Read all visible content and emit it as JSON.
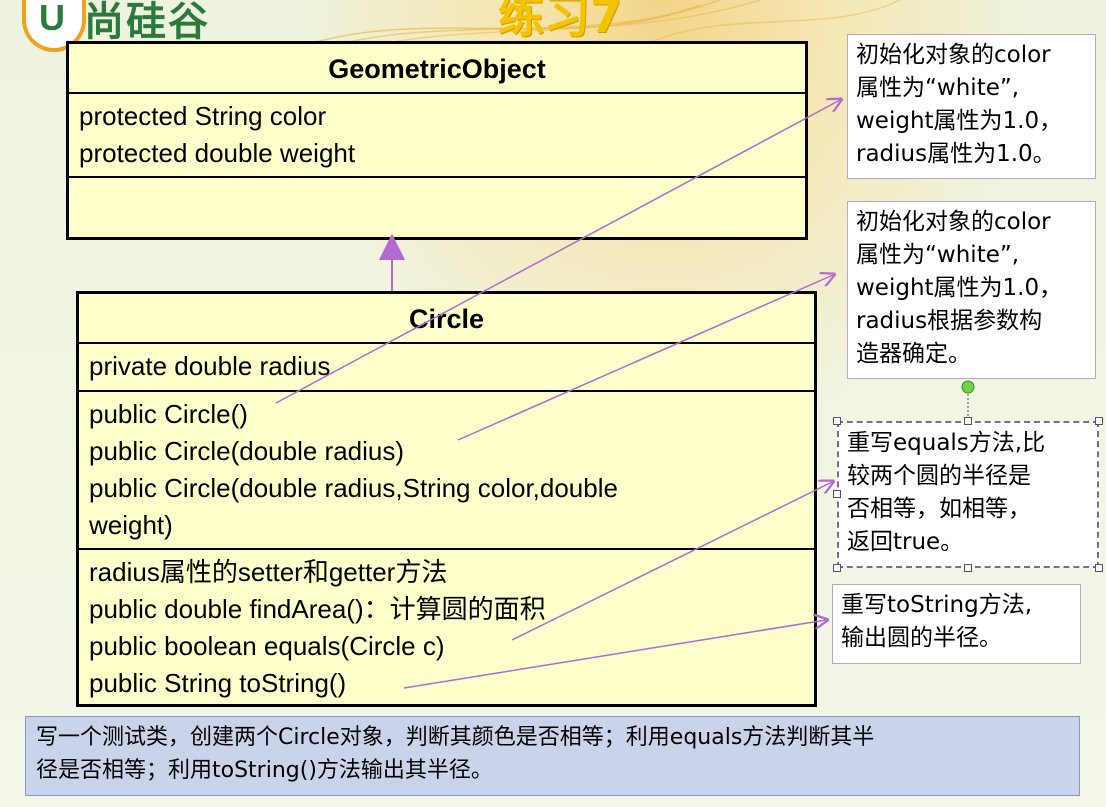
{
  "header": {
    "logo_mark": "U",
    "logo_text": "尚硅谷",
    "title": "练习7"
  },
  "geometric_object": {
    "class_name": "GeometricObject",
    "fields": [
      "protected  String  color",
      "protected  double  weight"
    ],
    "methods": []
  },
  "circle": {
    "class_name": "Circle",
    "fields": [
      "private double radius"
    ],
    "constructors": [
      "public Circle()",
      "public Circle(double  radius)",
      "public Circle(double  radius,String  color,double",
      "weight)"
    ],
    "methods": [
      "radius属性的setter和getter方法",
      "public double findArea()：计算圆的面积",
      "public boolean equals(Circle  c)",
      "public String toString()"
    ]
  },
  "notes": {
    "note1": [
      "初始化对象的color",
      "属性为“white”,",
      "weight属性为1.0，",
      "radius属性为1.0。"
    ],
    "note2": [
      "初始化对象的color",
      "属性为“white”,",
      "weight属性为1.0，",
      "radius根据参数构",
      "造器确定。"
    ],
    "note3": [
      "重写equals方法,比",
      "较两个圆的半径是",
      "否相等，如相等，",
      "返回true。"
    ],
    "note4": [
      "重写toString方法,",
      "输出圆的半径。"
    ]
  },
  "task": {
    "lines": [
      "写一个测试类，创建两个Circle对象，判断其颜色是否相等；利用equals方法判断其半",
      "径是否相等；利用toString()方法输出其半径。"
    ]
  },
  "colors": {
    "class_fill": "#ffffcc",
    "arrow": "#b06ad0",
    "task_fill": "#c9d3ea"
  }
}
